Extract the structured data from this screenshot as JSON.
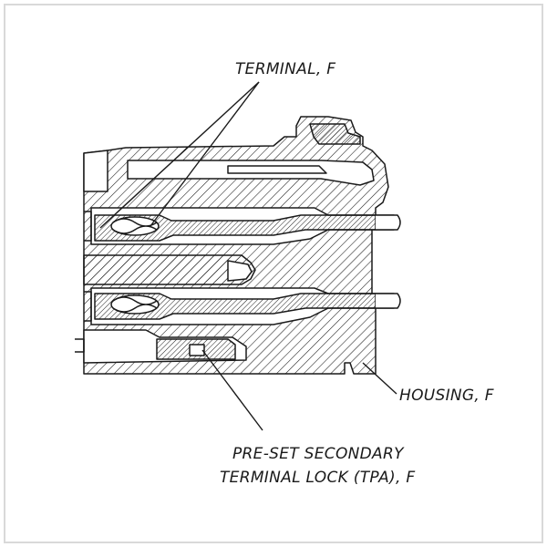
{
  "labels": {
    "terminal": "TERMINAL, F",
    "housing": "HOUSING, F",
    "tpa_line1": "PRE-SET SECONDARY",
    "tpa_line2": "TERMINAL LOCK (TPA), F"
  },
  "colors": {
    "ink": "#1a1a1a",
    "background": "#ffffff",
    "frame": "#d9d9d9"
  }
}
